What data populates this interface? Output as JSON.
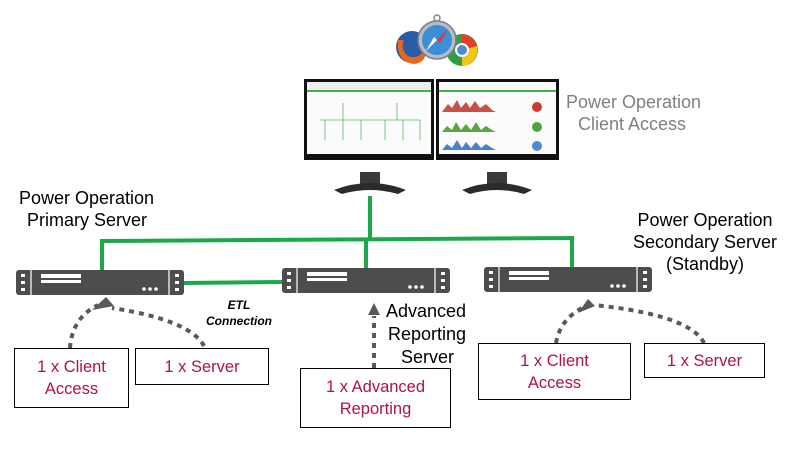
{
  "colors": {
    "network_link": "#1aa84a",
    "server_body": "#4d4d4f",
    "dashed_arrow": "#58595b",
    "label_text": "#000000",
    "client_label_text": "#7f7f7f",
    "box_text": "#b0104e"
  },
  "client": {
    "label_line1": "Power Operation",
    "label_line2": "Client Access",
    "browser_icons": [
      "firefox-icon",
      "safari-icon",
      "chrome-icon"
    ]
  },
  "servers": {
    "primary": {
      "label_line1": "Power Operation",
      "label_line2": "Primary Server"
    },
    "reporting": {
      "label_line1": "Advanced",
      "label_line2": "Reporting",
      "label_line3": "Server"
    },
    "secondary": {
      "label_line1": "Power Operation",
      "label_line2": "Secondary Server",
      "label_line3": "(Standby)"
    }
  },
  "etl": {
    "line1": "ETL",
    "line2": "Connection"
  },
  "licenses": {
    "primary_client": {
      "line1": "1 x Client",
      "line2": "Access"
    },
    "primary_server": {
      "line1": "1 x Server"
    },
    "reporting": {
      "line1": "1 x Advanced",
      "line2": "Reporting"
    },
    "secondary_client": {
      "line1": "1 x Client",
      "line2": "Access"
    },
    "secondary_server": {
      "line1": "1 x Server"
    }
  }
}
